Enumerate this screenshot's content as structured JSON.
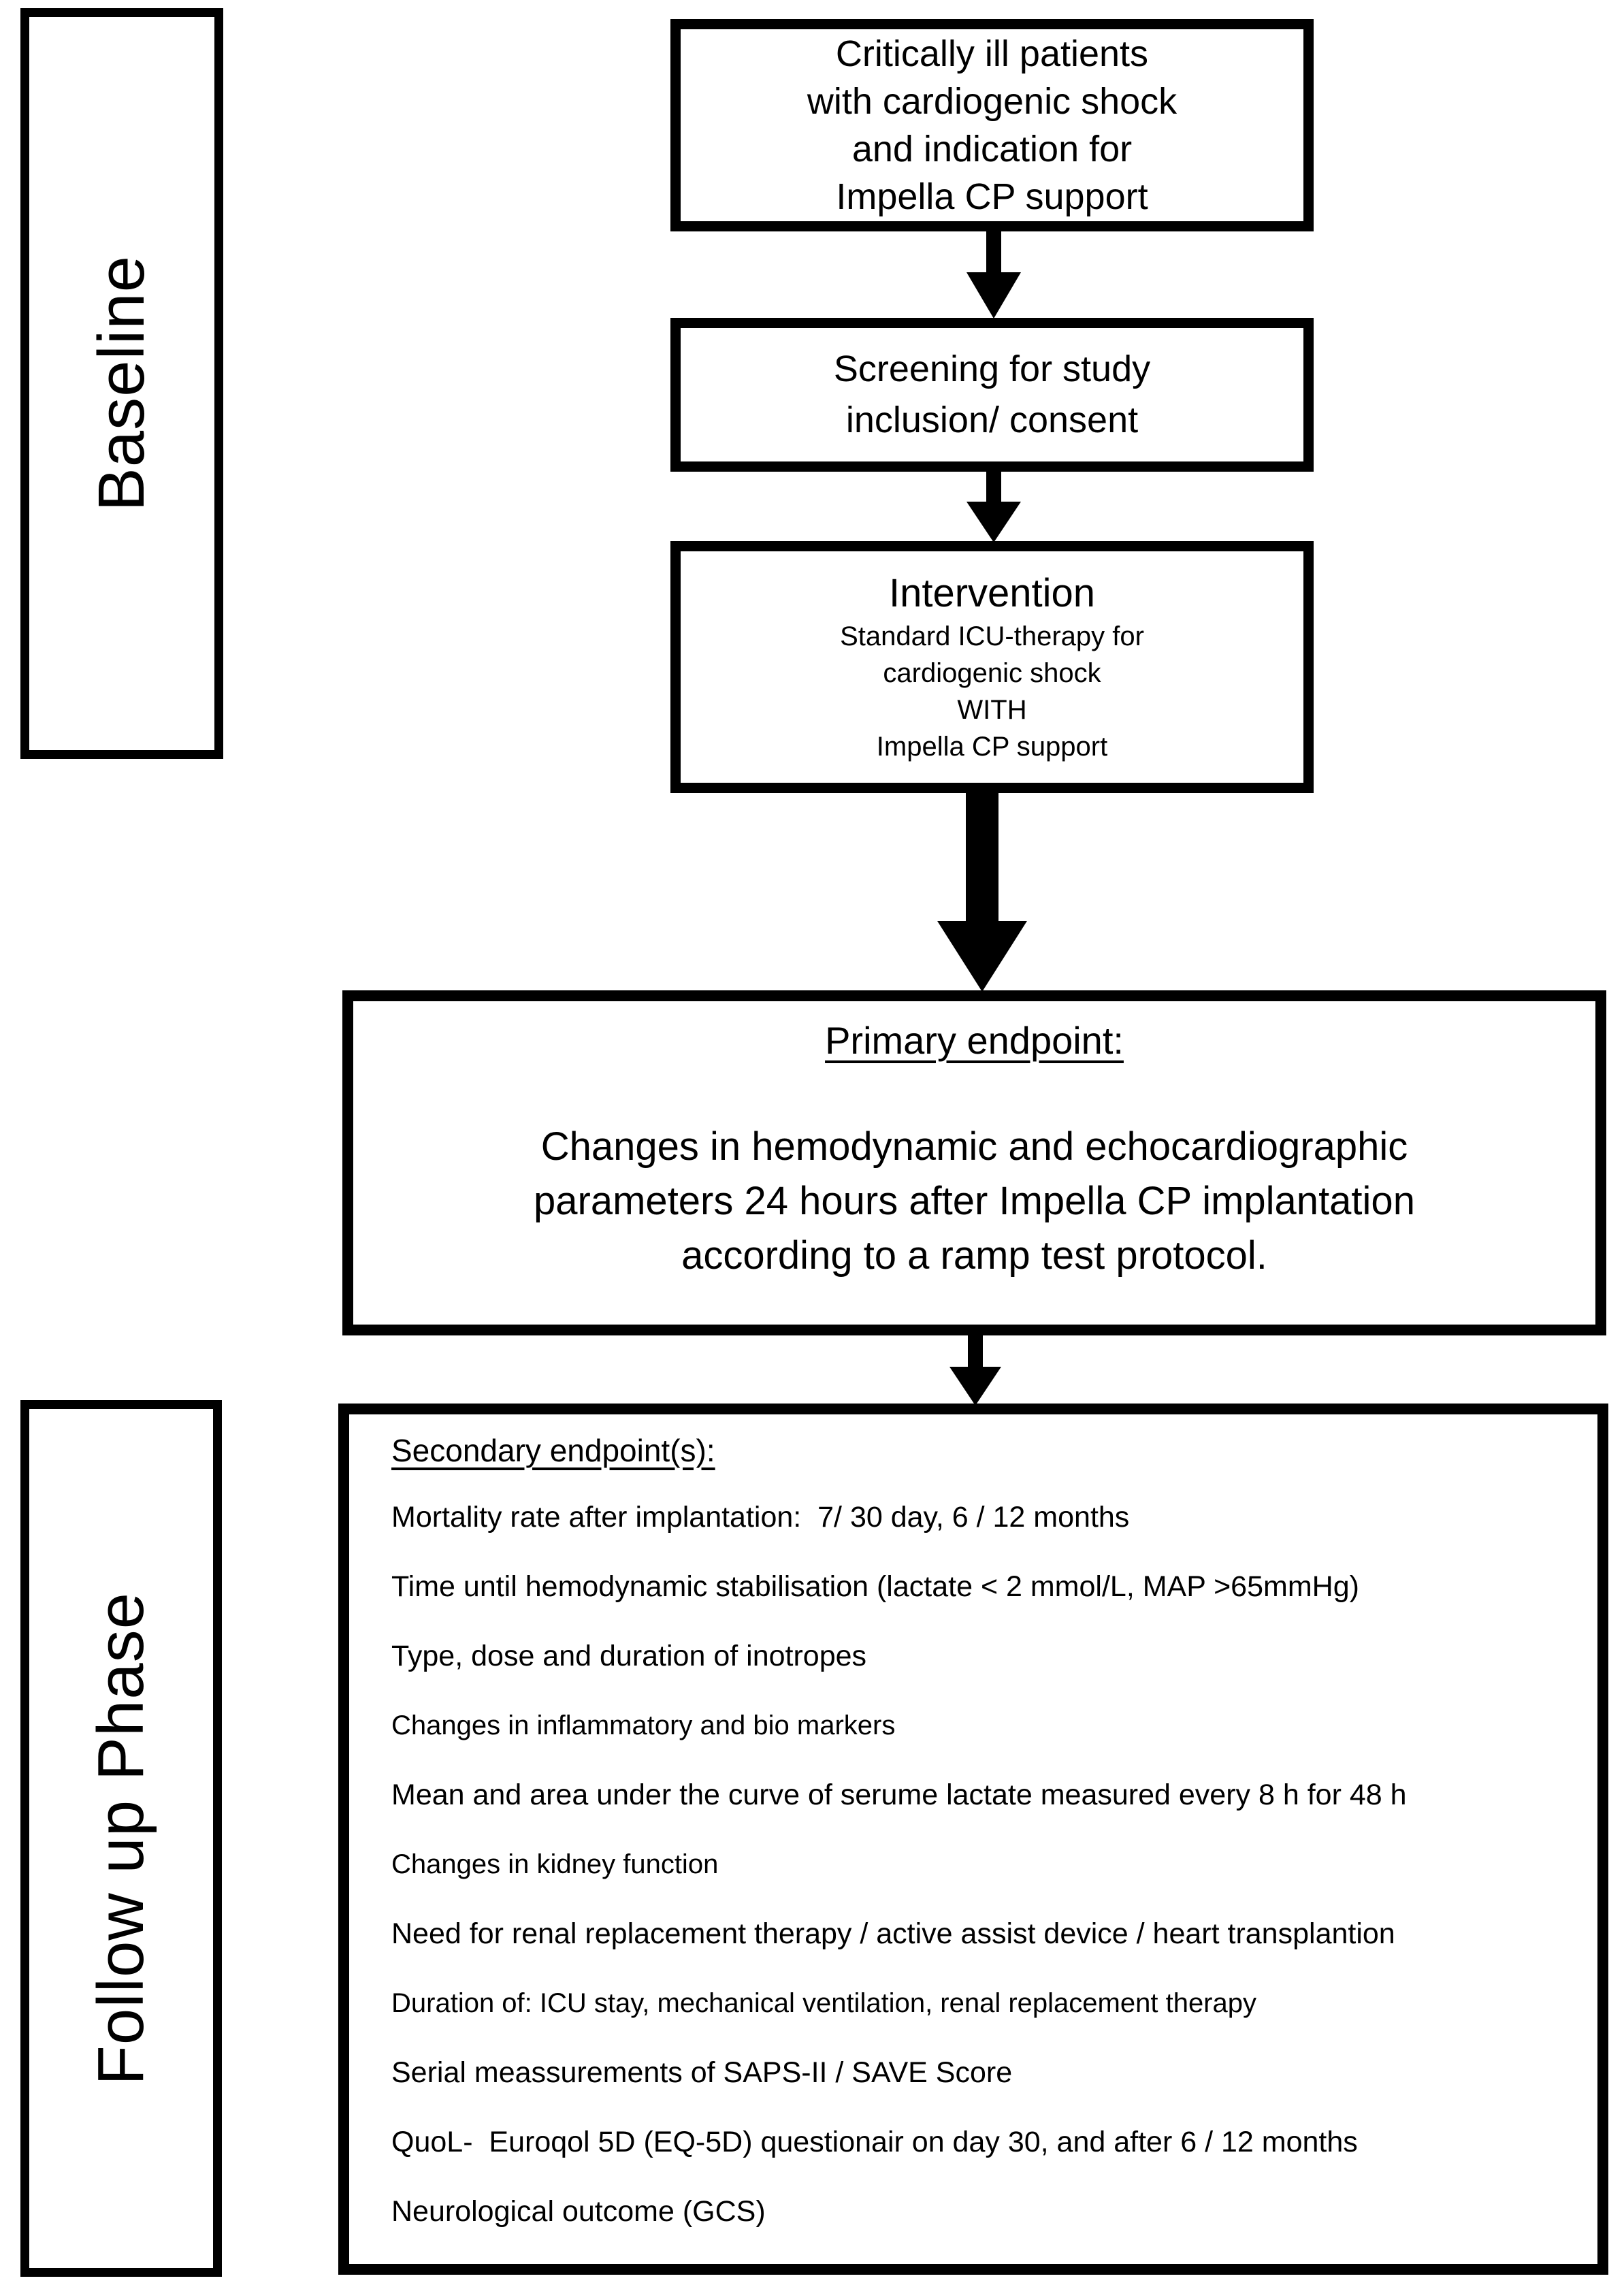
{
  "page": {
    "background": "#ffffff",
    "line_color": "#000000"
  },
  "phases": {
    "baseline_label": "Baseline",
    "followup_label": "Follow up Phase"
  },
  "flow": {
    "patients_lines": [
      "Critically ill patients",
      "with cardiogenic shock",
      "and indication for",
      "Impella CP support"
    ],
    "screening_lines": [
      "Screening for study",
      "inclusion/ consent"
    ],
    "intervention_title": "Intervention",
    "intervention_lines": [
      "Standard ICU-therapy for",
      "cardiogenic shock",
      "WITH",
      "Impella CP support"
    ],
    "primary_heading": "Primary endpoint:",
    "primary_lines": [
      "Changes in hemodynamic and echocardiographic",
      "parameters 24 hours after Impella CP implantation",
      "according to a ramp test protocol."
    ],
    "secondary_heading": "Secondary endpoint(s):",
    "secondary_items": [
      "Mortality rate after implantation:  7/ 30 day, 6 / 12 months",
      "Time until hemodynamic stabilisation (lactate < 2 mmol/L, MAP >65mmHg)",
      "Type, dose and duration of inotropes",
      "Changes in inflammatory and bio markers",
      "Mean and area under the curve of serume lactate measured every 8 h for 48 h",
      "Changes in kidney function",
      "Need for renal replacement therapy / active assist device / heart transplantion",
      "Duration of: ICU stay, mechanical ventilation, renal replacement therapy",
      "Serial meassurements of SAPS-II / SAVE Score",
      "QuoL-  Euroqol 5D (EQ-5D) questionair on day 30, and after 6 / 12 months",
      "Neurological outcome (GCS)"
    ]
  }
}
